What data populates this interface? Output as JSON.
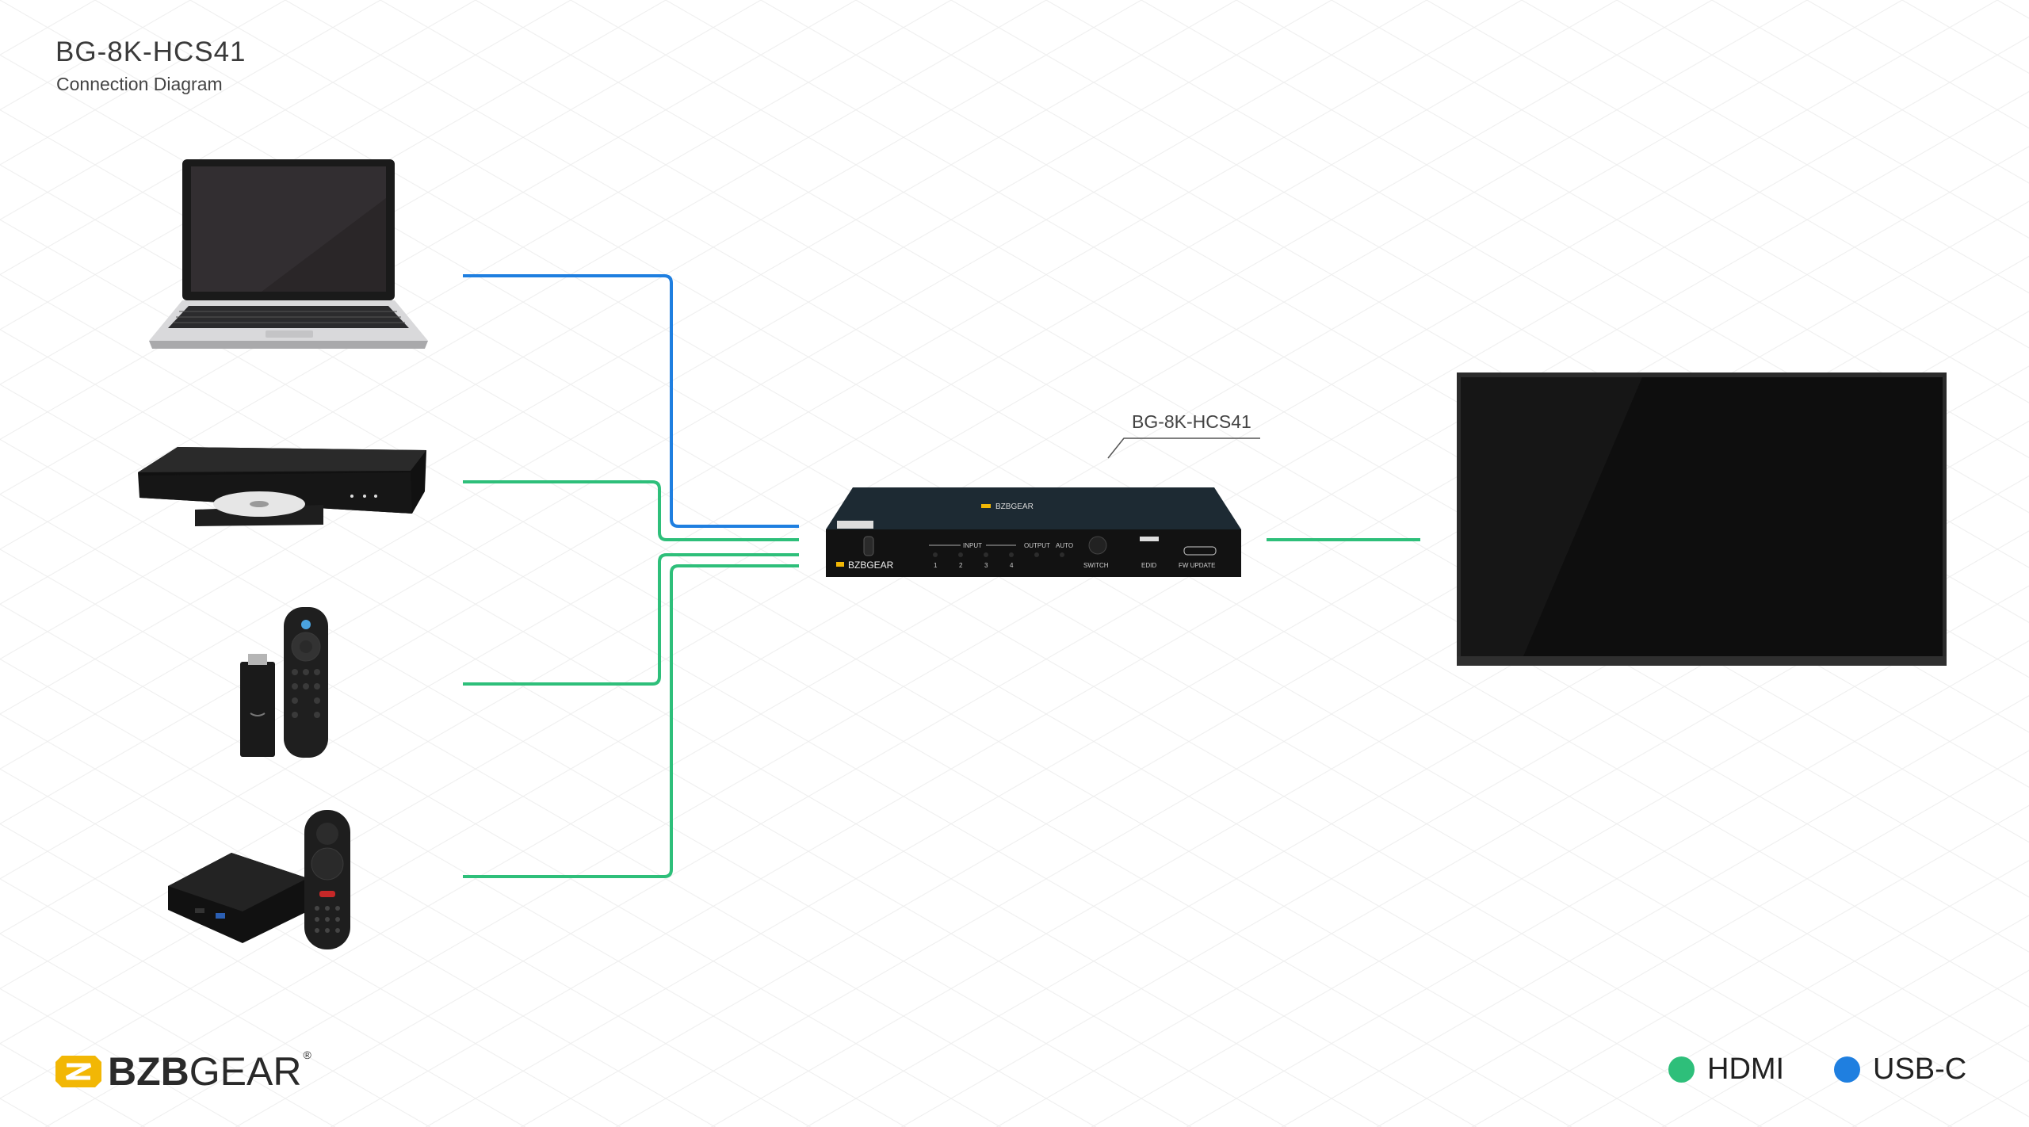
{
  "header": {
    "title": "BG-8K-HCS41",
    "subtitle": "Connection Diagram"
  },
  "switcher": {
    "label": "BG-8K-HCS41",
    "brand": "BZBGEAR",
    "panel_labels": {
      "input": "INPUT",
      "output": "OUTPUT",
      "auto": "AUTO",
      "switch": "SWITCH",
      "edid": "EDID",
      "fw_update": "FW UPDATE",
      "ports": [
        "1",
        "2",
        "3",
        "4"
      ]
    }
  },
  "sources": [
    {
      "device": "laptop",
      "connection": "USB-C"
    },
    {
      "device": "blu-ray player",
      "connection": "HDMI"
    },
    {
      "device": "streaming stick",
      "connection": "HDMI"
    },
    {
      "device": "media box",
      "connection": "HDMI"
    }
  ],
  "display": {
    "device": "flat panel display",
    "connection": "HDMI"
  },
  "footer": {
    "logo_text_bold": "BZB",
    "logo_text_regular": "GEAR",
    "logo_mark": "®"
  },
  "legend": [
    {
      "label": "HDMI",
      "color": "#2ebf7a"
    },
    {
      "label": "USB-C",
      "color": "#1f7fe0"
    }
  ],
  "colors": {
    "hdmi": "#2ebf7a",
    "usbc": "#1f7fe0",
    "logo_yellow": "#f2b705"
  }
}
